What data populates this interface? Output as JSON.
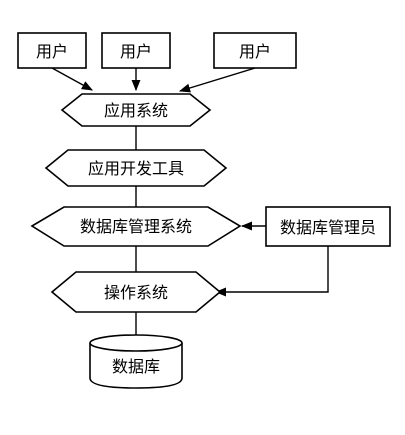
{
  "nodes": {
    "user_1": "用户",
    "user_2": "用户",
    "user_3": "用户",
    "application_system": "应用系统",
    "app_dev_tools": "应用开发工具",
    "dbms": "数据库管理系统",
    "db_administrator": "数据库管理员",
    "operating_system": "操作系统",
    "database": "数据库"
  }
}
